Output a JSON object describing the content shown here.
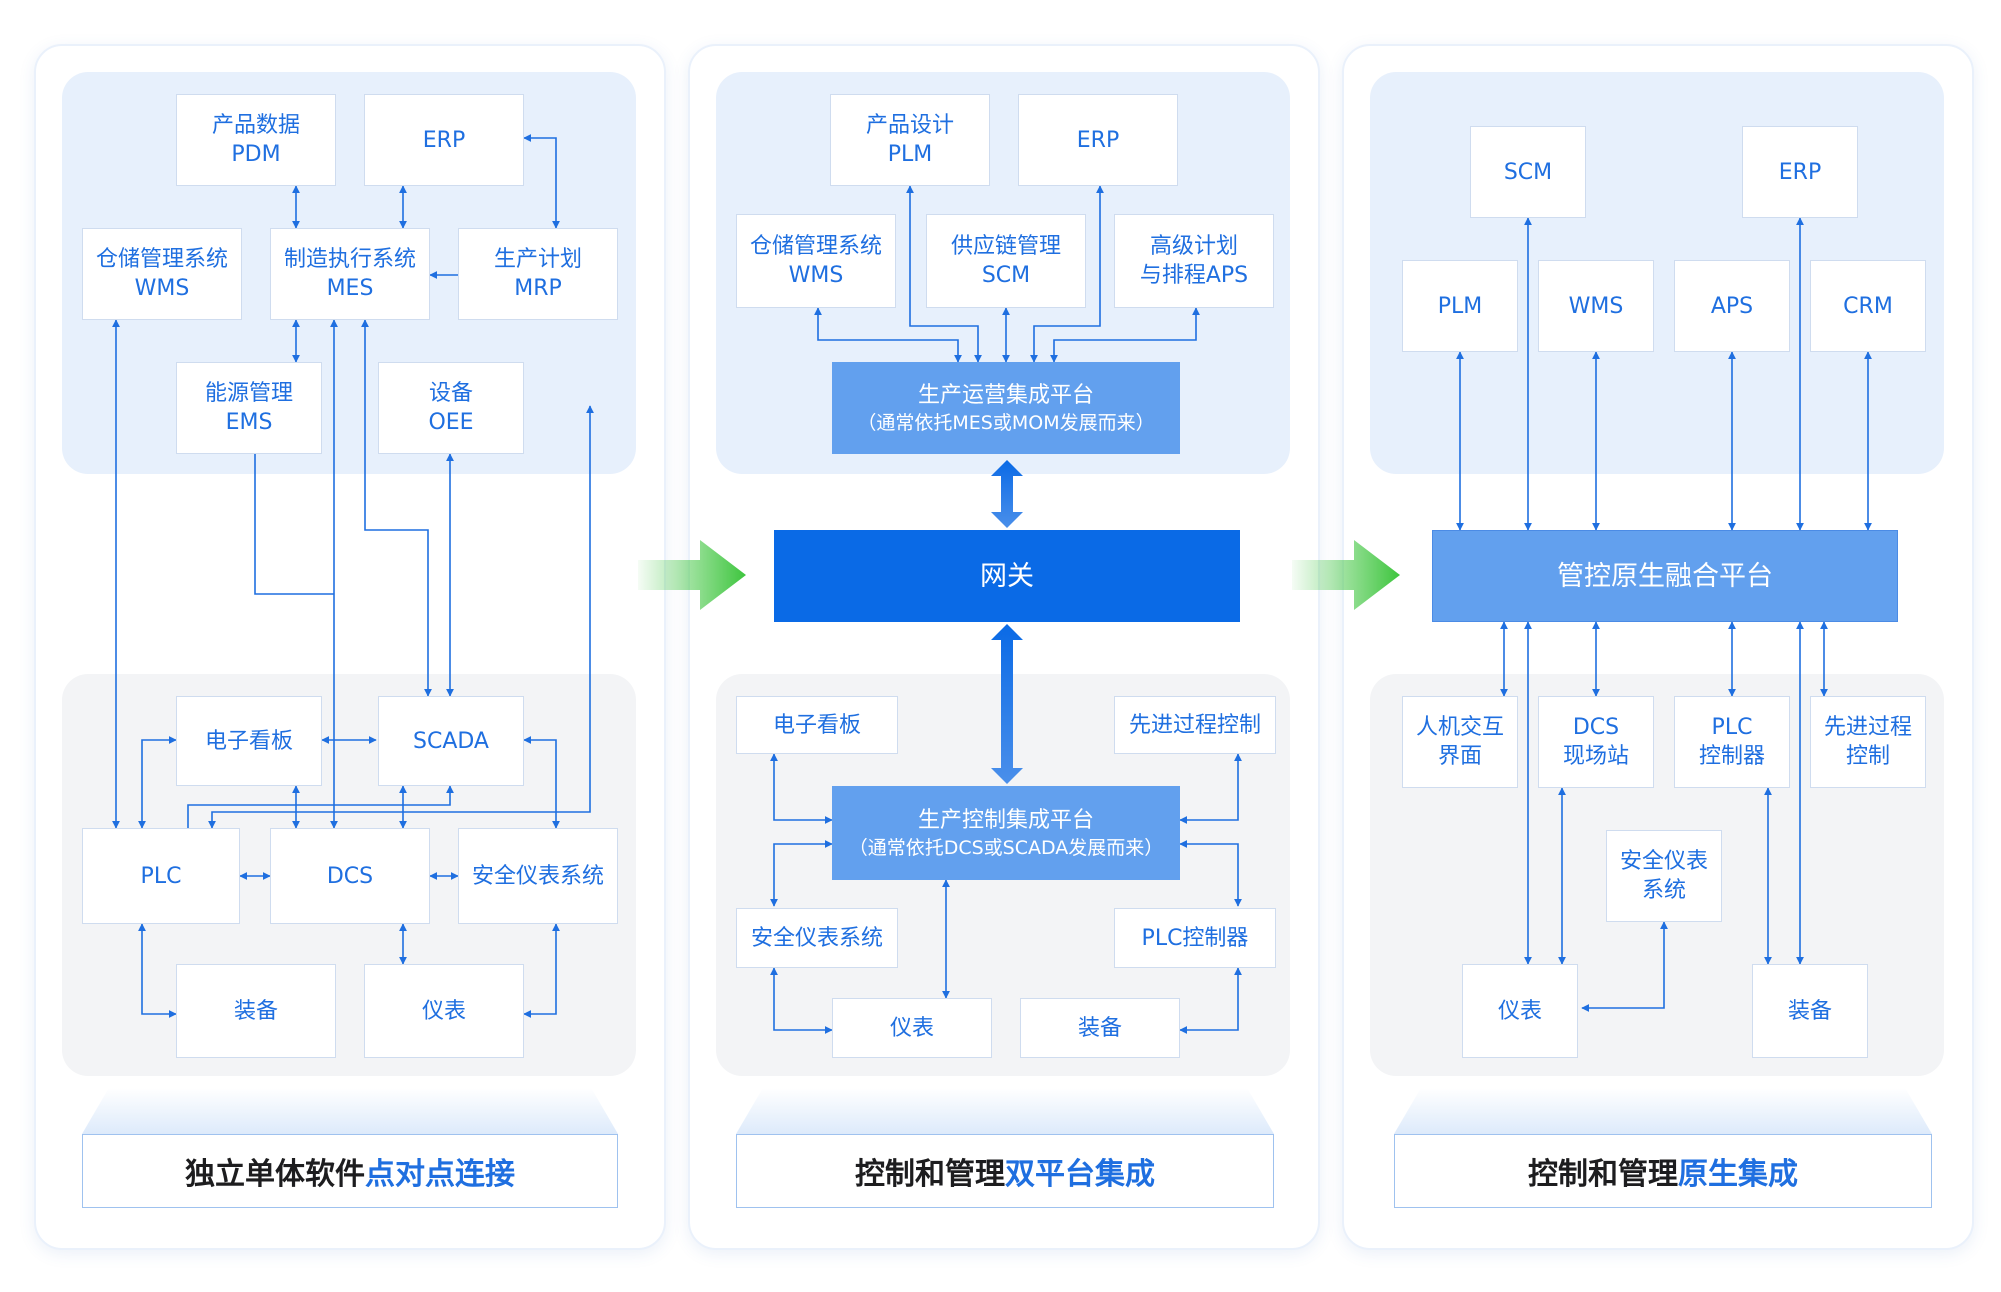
{
  "panel1": {
    "top": {
      "pdm": [
        "产品数据",
        "PDM"
      ],
      "erp": "ERP",
      "wms": [
        "仓储管理系统",
        "WMS"
      ],
      "mes": [
        "制造执行系统",
        "MES"
      ],
      "mrp": [
        "生产计划",
        "MRP"
      ],
      "ems": [
        "能源管理",
        "EMS"
      ],
      "oee": [
        "设备",
        "OEE"
      ]
    },
    "bottom": {
      "board": "电子看板",
      "scada": "SCADA",
      "plc": "PLC",
      "dcs": "DCS",
      "sis": "安全仪表系统",
      "equip": "装备",
      "meter": "仪表"
    },
    "caption": {
      "prefix": "独立单体软件",
      "highlight": "点对点连接"
    }
  },
  "panel2": {
    "top": {
      "plm": [
        "产品设计",
        "PLM"
      ],
      "erp": "ERP",
      "wms": [
        "仓储管理系统",
        "WMS"
      ],
      "scm": [
        "供应链管理",
        "SCM"
      ],
      "aps": [
        "高级计划",
        "与排程APS"
      ],
      "ops": [
        "生产运营集成平台",
        "（通常依托MES或MOM发展而来）"
      ]
    },
    "gateway": "网关",
    "bottom": {
      "board": "电子看板",
      "apc": "先进过程控制",
      "ctrl": [
        "生产控制集成平台",
        "（通常依托DCS或SCADA发展而来）"
      ],
      "sis": "安全仪表系统",
      "plc": "PLC控制器",
      "meter": "仪表",
      "equip": "装备"
    },
    "caption": {
      "prefix": "控制和管理",
      "highlight": "双平台集成"
    }
  },
  "panel3": {
    "top": {
      "scm": "SCM",
      "erp": "ERP",
      "plm": "PLM",
      "wms": "WMS",
      "aps": "APS",
      "crm": "CRM"
    },
    "fusion": "管控原生融合平台",
    "bottom": {
      "hmi": [
        "人机交互",
        "界面"
      ],
      "dcs": [
        "DCS",
        "现场站"
      ],
      "plc": [
        "PLC",
        "控制器"
      ],
      "apc": [
        "先进过程",
        "控制"
      ],
      "sis": [
        "安全仪表",
        "系统"
      ],
      "meter": "仪表",
      "equip": "装备"
    },
    "caption": {
      "prefix": "控制和管理",
      "highlight": "原生集成"
    }
  },
  "colors": {
    "line": "#1f6fe0",
    "accent": "#1f6fe0",
    "gateway": "#0a6ae6",
    "platform": "#62a0ee",
    "arrow": "#3ec53e"
  }
}
